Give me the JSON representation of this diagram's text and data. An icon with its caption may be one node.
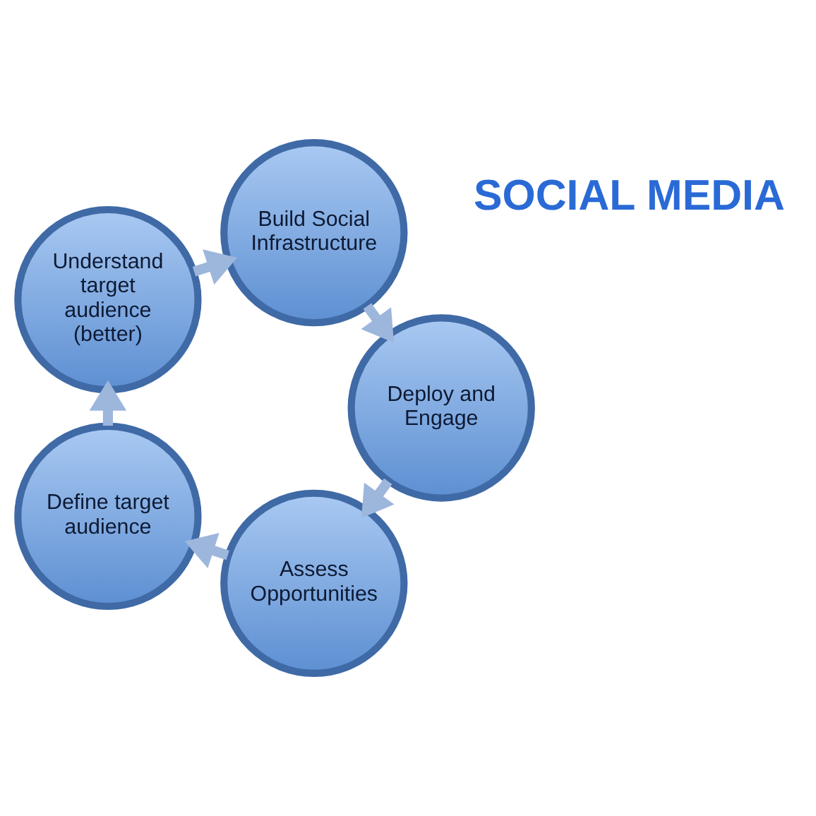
{
  "diagram": {
    "nodes": [
      {
        "text": [
          "Assess Opportunities"
        ]
      },
      {
        "text": [
          "Define target audience"
        ]
      },
      {
        "text": [
          "Understand target audience (better)"
        ]
      },
      {
        "text": [
          "Build Social Infrastructure"
        ]
      },
      {
        "text": [
          "Deploy and Engage"
        ]
      }
    ],
    "edges": [
      {
        "from": 0,
        "to": 1,
        "arrow": "to"
      },
      {
        "from": 1,
        "to": 2,
        "arrow": "to"
      },
      {
        "from": 2,
        "to": 3,
        "arrow": "to"
      },
      {
        "from": 3,
        "to": 4,
        "arrow": "to"
      },
      {
        "from": 4,
        "to": 0,
        "arrow": "to"
      }
    ],
    "labels": [
      "SOCIAL MEDIA"
    ]
  }
}
